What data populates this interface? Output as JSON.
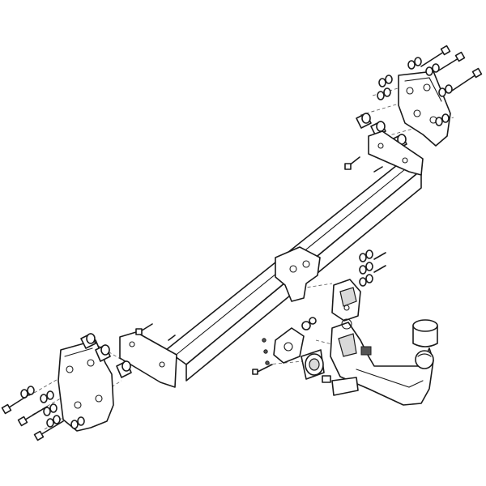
{
  "diagram": {
    "palette": {
      "line": "#1a1a1a",
      "fill": "#ffffff",
      "shade": "#d9d9d9",
      "dark": "#555555",
      "guide": "#555555"
    },
    "parts": [
      "left-mounting-plate",
      "right-mounting-plate",
      "crossbar",
      "center-bracket",
      "tow-ball-neck",
      "tow-ball",
      "ball-cap",
      "socket-bracket",
      "electrical-socket",
      "mounting-bolts",
      "nuts-and-washers",
      "spacer-tubes"
    ]
  }
}
